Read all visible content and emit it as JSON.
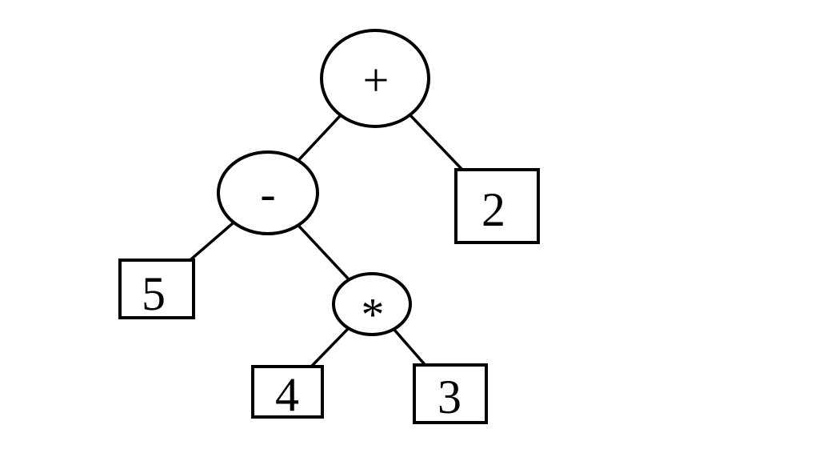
{
  "diagram": {
    "type": "binary-expression-tree",
    "nodes": {
      "plus": {
        "label": "+",
        "shape": "ellipse",
        "role": "operator"
      },
      "minus": {
        "label": "-",
        "shape": "ellipse",
        "role": "operator"
      },
      "star": {
        "label": "*",
        "shape": "ellipse",
        "role": "operator"
      },
      "two": {
        "label": "2",
        "shape": "rect",
        "role": "operand"
      },
      "five": {
        "label": "5",
        "shape": "rect",
        "role": "operand"
      },
      "four": {
        "label": "4",
        "shape": "rect",
        "role": "operand"
      },
      "three": {
        "label": "3",
        "shape": "rect",
        "role": "operand"
      }
    },
    "edges": [
      {
        "from": "plus",
        "to": "minus"
      },
      {
        "from": "plus",
        "to": "two"
      },
      {
        "from": "minus",
        "to": "five"
      },
      {
        "from": "minus",
        "to": "star"
      },
      {
        "from": "star",
        "to": "four"
      },
      {
        "from": "star",
        "to": "three"
      }
    ],
    "colors": {
      "stroke": "#000000",
      "node_fill": "#ffffff",
      "background": "#ffffff"
    }
  }
}
